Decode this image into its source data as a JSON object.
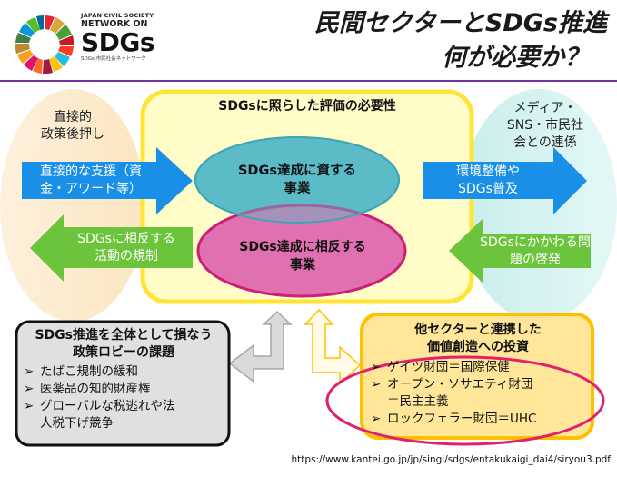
{
  "logo": {
    "line1": "JAPAN CIVIL SOCIETY",
    "line2": "NETWORK ON",
    "line3": "SDGs",
    "line4": "SDGs 市民社会ネットワーク"
  },
  "title": {
    "line1": "民間セクターとSDGs推進",
    "line2": "何が必要か？"
  },
  "colors": {
    "divider": "#7030a0",
    "arrow_blue": "#1a8fe8",
    "arrow_green": "#6cc43c",
    "center_box": "#fffcc8",
    "center_border": "#ffe436",
    "teal_ellipse": "#5cbcc8",
    "pink_ellipse": "#e070b0",
    "left_oval": "#fde8c4",
    "right_oval": "#d4f2f0"
  },
  "left_oval": {
    "label_l1": "直接的",
    "label_l2": "政策後押し"
  },
  "right_oval": {
    "label_l1": "メディア・",
    "label_l2": "SNS・市民社",
    "label_l3": "会との連係"
  },
  "center": {
    "heading": "SDGsに照らした評価の必要性",
    "teal_l1": "SDGs達成に資する",
    "teal_l2": "事業",
    "pink_l1": "SDGs達成に相反する",
    "pink_l2": "事業"
  },
  "arrows": {
    "left_blue_l1": "直接的な支援（資",
    "left_blue_l2": "金・アワード等）",
    "left_green_l1": "SDGsに相反する",
    "left_green_l2": "活動の規制",
    "right_blue_l1": "環境整備や",
    "right_blue_l2": "SDGs普及",
    "right_green_l1": "SDGsにかかわる問",
    "right_green_l2": "題の啓発"
  },
  "left_box": {
    "title_l1": "SDGs推進を全体として損なう",
    "title_l2": "政策ロビーの課題",
    "bullet": "➢",
    "items": [
      "たばこ規制の緩和",
      "医薬品の知的財産権",
      "グローバルな税逃れや法",
      "人税下げ競争"
    ]
  },
  "right_box": {
    "title_l1": "他セクターと連携した",
    "title_l2": "価値創造への投資",
    "bullet": "➢",
    "items": [
      "ゲイツ財団＝国際保健",
      "オープン・ソサエティ財団",
      "＝民主主義",
      "ロックフェラー財団＝UHC"
    ]
  },
  "source_url": "https://www.kantei.go.jp/jp/singi/sdgs/entakukaigi_dai4/siryou3.pdf"
}
